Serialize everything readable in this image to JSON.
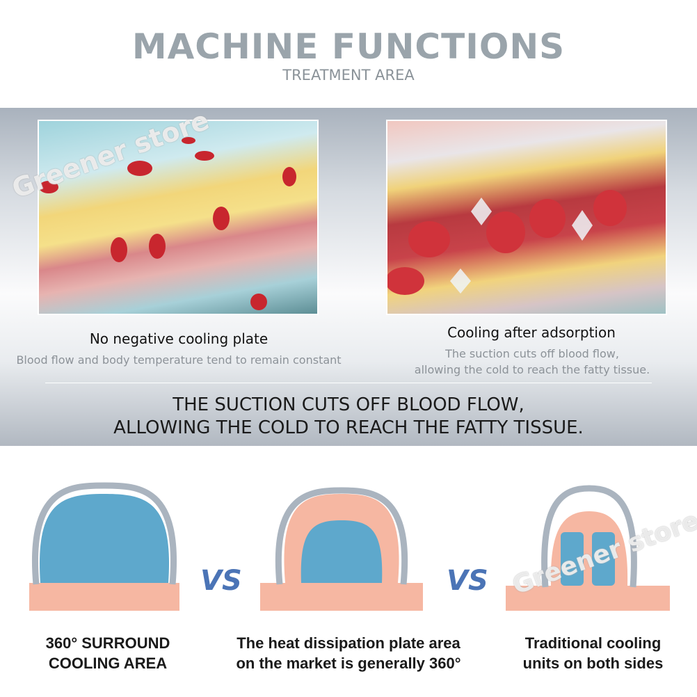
{
  "header": {
    "title": "MACHINE FUNCTIONS",
    "subtitle": "TREATMENT AREA"
  },
  "panels": [
    {
      "heading": "No negative cooling plate",
      "description": "Blood flow and body temperature tend to remain constant"
    },
    {
      "heading": "Cooling after adsorption",
      "description_lines": [
        "The suction cuts off blood flow,",
        "allowing the cold to reach the fatty tissue."
      ]
    }
  ],
  "headline": [
    "THE SUCTION CUTS OFF BLOOD FLOW,",
    "ALLOWING THE COLD TO REACH THE FATTY TISSUE."
  ],
  "comparison": {
    "vs_label": "VS",
    "items": [
      {
        "label_lines": [
          "360° SURROUND",
          "COOLING AREA"
        ]
      },
      {
        "label_lines": [
          "The heat dissipation plate area",
          "on the market is generally 360°"
        ]
      },
      {
        "label_lines": [
          "Traditional cooling",
          "units on both sides"
        ]
      }
    ]
  },
  "watermark": "Greener store",
  "colors": {
    "cooling": "#5ea8cc",
    "skin": "#f6b7a2",
    "applicator": "#aab4bf",
    "vs": "#4b74b6"
  }
}
